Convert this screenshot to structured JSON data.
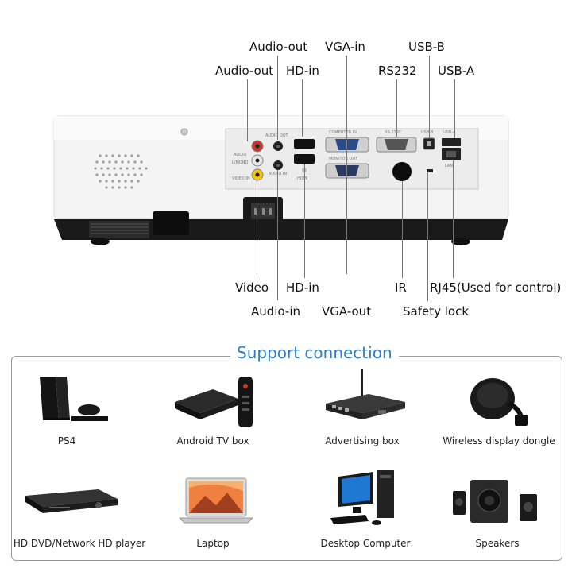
{
  "ports_top": {
    "audio_out_a": "Audio-out",
    "audio_out_b": "Audio-out",
    "hd_in_top": "HD-in",
    "vga_in": "VGA-in",
    "rs232": "RS232",
    "usb_b": "USB-B",
    "usb_a": "USB-A"
  },
  "ports_bottom": {
    "video": "Video",
    "audio_in": "Audio-in",
    "hd_in_bottom": "HD-in",
    "vga_out": "VGA-out",
    "ir": "IR",
    "safety_lock": "Safety lock",
    "rj45": "RJ45(Used for control)"
  },
  "panel_text": {
    "audio_out": "AUDIO OUT",
    "audio": "AUDIO",
    "l_mono": "L/MONO",
    "video_in": "VIDEO IN",
    "audio_in": "AUDIO IN",
    "computer_in": "COMPUTER IN",
    "monitor_out": "MONITOR OUT",
    "rs232c": "RS-232C",
    "usb_b": "USB-B",
    "usb_a": "USB-A",
    "lan": "LAN",
    "hdmi": "HDMI"
  },
  "support": {
    "title": "Support connection",
    "devices": [
      {
        "label": "PS4",
        "icon": "game-console-icon"
      },
      {
        "label": "Android TV box",
        "icon": "tv-box-icon"
      },
      {
        "label": "Advertising box",
        "icon": "media-box-icon"
      },
      {
        "label": "Wireless display dongle",
        "icon": "dongle-icon"
      },
      {
        "label": "HD DVD/Network HD player",
        "icon": "dvd-player-icon"
      },
      {
        "label": "Laptop",
        "icon": "laptop-icon"
      },
      {
        "label": "Desktop Computer",
        "icon": "desktop-computer-icon"
      },
      {
        "label": "Speakers",
        "icon": "speakers-icon"
      }
    ]
  }
}
